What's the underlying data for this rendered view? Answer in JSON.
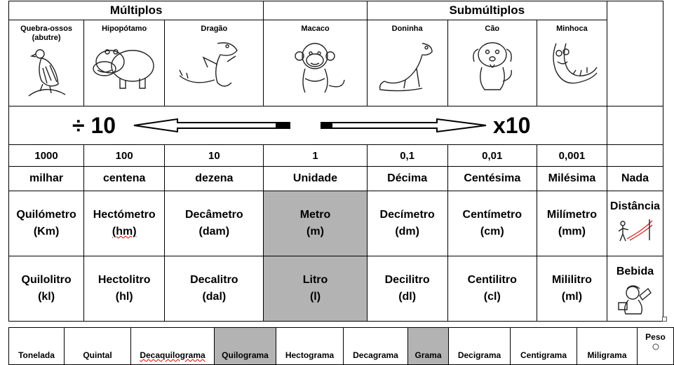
{
  "headers": {
    "multiples": "Múltiplos",
    "submultiples": "Submúltiplos"
  },
  "animals": [
    {
      "name": "Quebra-ossos\n(abutre)",
      "icon": "vulture-icon"
    },
    {
      "name": "Hipopótamo",
      "icon": "hippo-icon"
    },
    {
      "name": "Dragão",
      "icon": "dragon-icon"
    },
    {
      "name": "Macaco",
      "icon": "monkey-icon"
    },
    {
      "name": "Doninha",
      "icon": "weasel-icon"
    },
    {
      "name": "Cão",
      "icon": "dog-icon"
    },
    {
      "name": "Minhoca",
      "icon": "worm-icon"
    }
  ],
  "arrows": {
    "left_label": "÷ 10",
    "right_label": "x10"
  },
  "values": [
    "1000",
    "100",
    "10",
    "1",
    "0,1",
    "0,01",
    "0,001"
  ],
  "words": [
    "milhar",
    "centena",
    "dezena",
    "Unidade",
    "Décima",
    "Centésima",
    "Milésima",
    "Nada"
  ],
  "distance": {
    "units": [
      {
        "name": "Quilómetro",
        "abbr": "(Km)"
      },
      {
        "name": "Hectómetro",
        "abbr": "(hm)"
      },
      {
        "name": "Decâmetro",
        "abbr": "(dam)"
      },
      {
        "name": "Metro",
        "abbr": "(m)"
      },
      {
        "name": "Decímetro",
        "abbr": "(dm)"
      },
      {
        "name": "Centímetro",
        "abbr": "(cm)"
      },
      {
        "name": "Milímetro",
        "abbr": "(mm)"
      }
    ],
    "label": "Distância"
  },
  "volume": {
    "units": [
      {
        "name": "Quilolitro",
        "abbr": "(kl)"
      },
      {
        "name": "Hectolitro",
        "abbr": "(hl)"
      },
      {
        "name": "Decalitro",
        "abbr": "(dal)"
      },
      {
        "name": "Litro",
        "abbr": "(l)"
      },
      {
        "name": "Decilitro",
        "abbr": "(dl)"
      },
      {
        "name": "Centilitro",
        "abbr": "(cl)"
      },
      {
        "name": "Mililitro",
        "abbr": "(ml)"
      }
    ],
    "label": "Bebida"
  },
  "mass": {
    "units": [
      "Tonelada",
      "Quintal",
      "Decaquilograma",
      "Quilograma",
      "Hectograma",
      "Decagrama",
      "Grama",
      "Decigrama",
      "Centigrama",
      "Miligrama"
    ],
    "label": "Peso"
  },
  "colors": {
    "highlight": "#b3b3b3",
    "border": "#000000",
    "spellcheck": "#dd0000"
  }
}
